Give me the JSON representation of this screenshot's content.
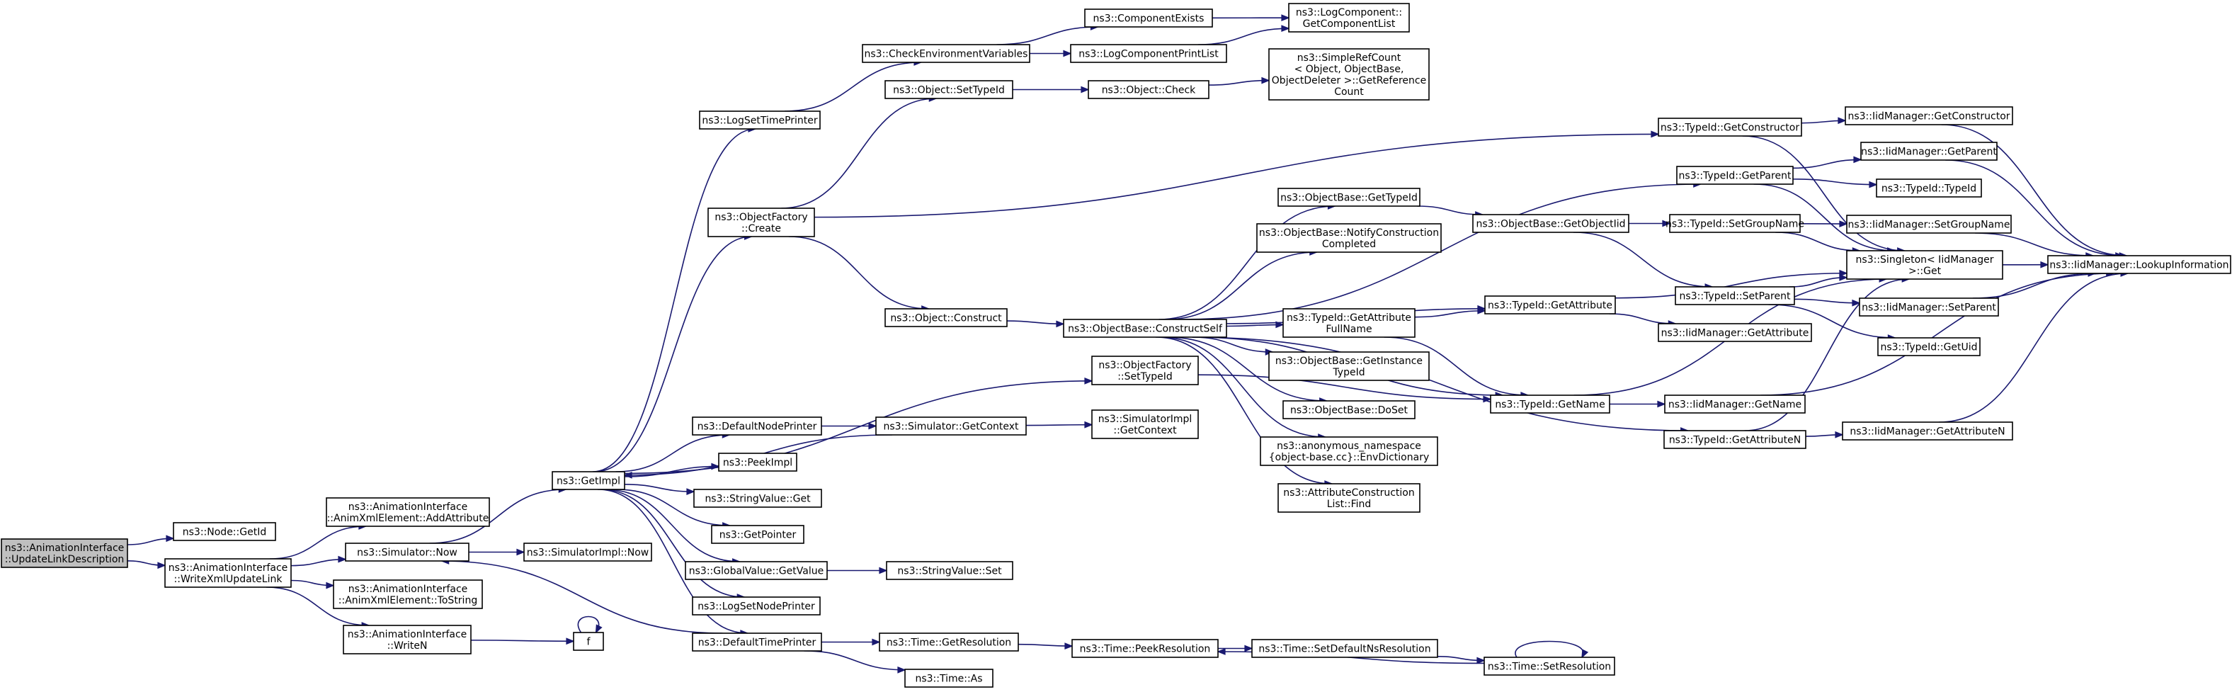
{
  "graph": {
    "title": "",
    "colors": {
      "edge": "#191970",
      "root_fill": "#bfbfbf",
      "node_fill": "#ffffff",
      "node_border": "#000000"
    },
    "nodes": [
      {
        "id": "n_root",
        "lines": [
          "ns3::AnimationInterface",
          "::UpdateLinkDescription"
        ],
        "root": true
      },
      {
        "id": "n_getid",
        "lines": [
          "ns3::Node::GetId"
        ]
      },
      {
        "id": "n_writexml",
        "lines": [
          "ns3::AnimationInterface",
          "::WriteXmlUpdateLink"
        ]
      },
      {
        "id": "n_addattr",
        "lines": [
          "ns3::AnimationInterface",
          "::AnimXmlElement::AddAttribute"
        ]
      },
      {
        "id": "n_simnow",
        "lines": [
          "ns3::Simulator::Now"
        ]
      },
      {
        "id": "n_tostring",
        "lines": [
          "ns3::AnimationInterface",
          "::AnimXmlElement::ToString"
        ]
      },
      {
        "id": "n_writen",
        "lines": [
          "ns3::AnimationInterface",
          "::WriteN"
        ]
      },
      {
        "id": "n_f",
        "lines": [
          "f"
        ]
      },
      {
        "id": "n_getimpl",
        "lines": [
          "ns3::GetImpl"
        ]
      },
      {
        "id": "n_simimplnow",
        "lines": [
          "ns3::SimulatorImpl::Now"
        ]
      },
      {
        "id": "n_logsettime",
        "lines": [
          "ns3::LogSetTimePrinter"
        ]
      },
      {
        "id": "n_objfactcreate",
        "lines": [
          "ns3::ObjectFactory",
          "::Create"
        ]
      },
      {
        "id": "n_defnodeprinter",
        "lines": [
          "ns3::DefaultNodePrinter"
        ]
      },
      {
        "id": "n_peekimpl",
        "lines": [
          "ns3::PeekImpl"
        ]
      },
      {
        "id": "n_stringvalget",
        "lines": [
          "ns3::StringValue::Get"
        ]
      },
      {
        "id": "n_getpointer",
        "lines": [
          "ns3::GetPointer"
        ]
      },
      {
        "id": "n_globalgetvalue",
        "lines": [
          "ns3::GlobalValue::GetValue"
        ]
      },
      {
        "id": "n_logsetnode",
        "lines": [
          "ns3::LogSetNodePrinter"
        ]
      },
      {
        "id": "n_deftimeprinter",
        "lines": [
          "ns3::DefaultTimePrinter"
        ]
      },
      {
        "id": "n_checkenv",
        "lines": [
          "ns3::CheckEnvironmentVariables"
        ]
      },
      {
        "id": "n_objsettypeid",
        "lines": [
          "ns3::Object::SetTypeId"
        ]
      },
      {
        "id": "n_objconstruct",
        "lines": [
          "ns3::Object::Construct"
        ]
      },
      {
        "id": "n_simgetcontext",
        "lines": [
          "ns3::Simulator::GetContext"
        ]
      },
      {
        "id": "n_stringvalset",
        "lines": [
          "ns3::StringValue::Set"
        ]
      },
      {
        "id": "n_timegetres",
        "lines": [
          "ns3::Time::GetResolution"
        ]
      },
      {
        "id": "n_timeas",
        "lines": [
          "ns3::Time::As"
        ]
      },
      {
        "id": "n_compexists",
        "lines": [
          "ns3::ComponentExists"
        ]
      },
      {
        "id": "n_logcompprint",
        "lines": [
          "ns3::LogComponentPrintList"
        ]
      },
      {
        "id": "n_objcheck",
        "lines": [
          "ns3::Object::Check"
        ]
      },
      {
        "id": "n_objbaseconstruct",
        "lines": [
          "ns3::ObjectBase::ConstructSelf"
        ]
      },
      {
        "id": "n_objfactsettypeid",
        "lines": [
          "ns3::ObjectFactory",
          "::SetTypeId"
        ]
      },
      {
        "id": "n_simimplgetctx",
        "lines": [
          "ns3::SimulatorImpl",
          "::GetContext"
        ]
      },
      {
        "id": "n_timepeekres",
        "lines": [
          "ns3::Time::PeekResolution"
        ]
      },
      {
        "id": "n_logcompgetlist",
        "lines": [
          "ns3::LogComponent::",
          "GetComponentList"
        ]
      },
      {
        "id": "n_simplerefcount",
        "lines": [
          "ns3::SimpleRefCount",
          "< Object, ObjectBase,",
          "ObjectDeleter >::GetReference",
          "Count"
        ]
      },
      {
        "id": "n_objbasegettypeid",
        "lines": [
          "ns3::ObjectBase::GetTypeId"
        ]
      },
      {
        "id": "n_objbasenotify",
        "lines": [
          "ns3::ObjectBase::NotifyConstruction",
          "Completed"
        ]
      },
      {
        "id": "n_typeidgetattrfull",
        "lines": [
          "ns3::TypeId::GetAttribute",
          "FullName"
        ]
      },
      {
        "id": "n_objbasegetinst",
        "lines": [
          "ns3::ObjectBase::GetInstance",
          "TypeId"
        ]
      },
      {
        "id": "n_objbasedoset",
        "lines": [
          "ns3::ObjectBase::DoSet"
        ]
      },
      {
        "id": "n_anonenvdict",
        "lines": [
          "ns3::anonymous_namespace",
          "{object-base.cc}::EnvDictionary"
        ]
      },
      {
        "id": "n_attrconstrfind",
        "lines": [
          "ns3::AttributeConstruction",
          "List::Find"
        ]
      },
      {
        "id": "n_timesetdefault",
        "lines": [
          "ns3::Time::SetDefaultNsResolution"
        ]
      },
      {
        "id": "n_timesetres",
        "lines": [
          "ns3::Time::SetResolution"
        ]
      },
      {
        "id": "n_objbasegetobjtid",
        "lines": [
          "ns3::ObjectBase::GetObjectIid"
        ]
      },
      {
        "id": "n_typeidgetattr",
        "lines": [
          "ns3::TypeId::GetAttribute"
        ]
      },
      {
        "id": "n_typeidgetname",
        "lines": [
          "ns3::TypeId::GetName"
        ]
      },
      {
        "id": "n_typeidgetctor",
        "lines": [
          "ns3::TypeId::GetConstructor"
        ]
      },
      {
        "id": "n_typeidgetparent",
        "lines": [
          "ns3::TypeId::GetParent"
        ]
      },
      {
        "id": "n_typeidsetgroup",
        "lines": [
          "ns3::TypeId::SetGroupName"
        ]
      },
      {
        "id": "n_typeidsetparent",
        "lines": [
          "ns3::TypeId::SetParent"
        ]
      },
      {
        "id": "n_iidgetattr",
        "lines": [
          "ns3::IidManager::GetAttribute"
        ]
      },
      {
        "id": "n_iidgetname",
        "lines": [
          "ns3::IidManager::GetName"
        ]
      },
      {
        "id": "n_typeidgetattrn",
        "lines": [
          "ns3::TypeId::GetAttributeN"
        ]
      },
      {
        "id": "n_iidgetctor",
        "lines": [
          "ns3::IidManager::GetConstructor"
        ]
      },
      {
        "id": "n_iidgetparent",
        "lines": [
          "ns3::IidManager::GetParent"
        ]
      },
      {
        "id": "n_typeidtypeid",
        "lines": [
          "ns3::TypeId::TypeId"
        ]
      },
      {
        "id": "n_singletonget",
        "lines": [
          "ns3::Singleton< IidManager",
          ">::Get"
        ]
      },
      {
        "id": "n_iidsetgroup",
        "lines": [
          "ns3::IidManager::SetGroupName"
        ]
      },
      {
        "id": "n_iidsetparent",
        "lines": [
          "ns3::IidManager::SetParent"
        ]
      },
      {
        "id": "n_typeidgetuid",
        "lines": [
          "ns3::TypeId::GetUid"
        ]
      },
      {
        "id": "n_iidgetattrn",
        "lines": [
          "ns3::IidManager::GetAttributeN"
        ]
      },
      {
        "id": "n_iidlookup",
        "lines": [
          "ns3::IidManager::LookupInformation"
        ]
      }
    ]
  }
}
